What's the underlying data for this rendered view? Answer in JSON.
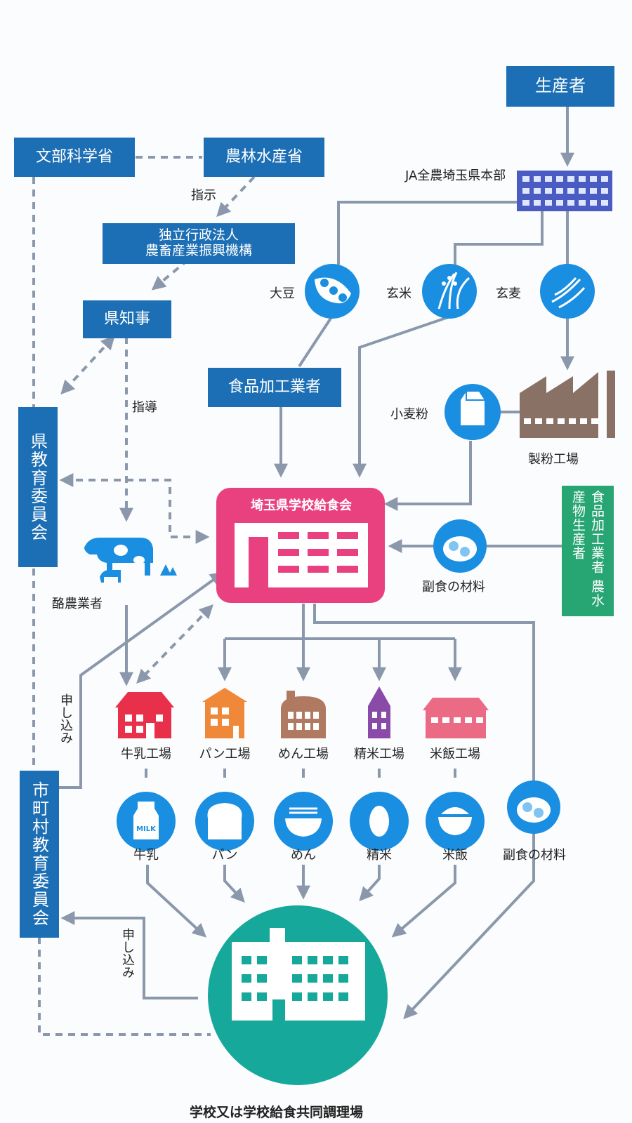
{
  "nodes": {
    "producer": "生産者",
    "ja": "JA全農埼玉県本部",
    "mext": "文部科学省",
    "maff": "農林水産省",
    "instruction": "指示",
    "alic_line1": "独立行政法人",
    "alic_line2": "農畜産業振興機構",
    "governor": "県知事",
    "guidance": "指導",
    "pref_board": "県教育委員会",
    "municipal_board": "市町村教育委員会",
    "soybean": "大豆",
    "brown_rice": "玄米",
    "wheat": "玄麦",
    "food_processor": "食品加工業者",
    "flour": "小麦粉",
    "mill": "製粉工場",
    "association": "埼玉県学校給食会",
    "side_supplier": "食品加工業者 農水産物生産者",
    "side_ingredients": "副食の材料",
    "dairy_farmer": "酪農業者",
    "apply1": "申し込み",
    "apply2": "申し込み",
    "school": "学校又は学校給食共同調理場"
  },
  "factories": [
    {
      "name": "牛乳工場",
      "color": "#e8304a"
    },
    {
      "name": "パン工場",
      "color": "#f0883a"
    },
    {
      "name": "めん工場",
      "color": "#b07a62"
    },
    {
      "name": "精米工場",
      "color": "#8a4aa8"
    },
    {
      "name": "米飯工場",
      "color": "#ec6b84"
    }
  ],
  "products": [
    "牛乳",
    "パン",
    "めん",
    "精米",
    "米飯",
    "副食の材料"
  ],
  "milk_label": "MILK",
  "colors": {
    "blue": "#1d6fb5",
    "circle_blue": "#1a8ee0",
    "pink": "#e9407f",
    "teal": "#16a89a",
    "green": "#27a572",
    "arrow_gray": "#8b98ac"
  }
}
